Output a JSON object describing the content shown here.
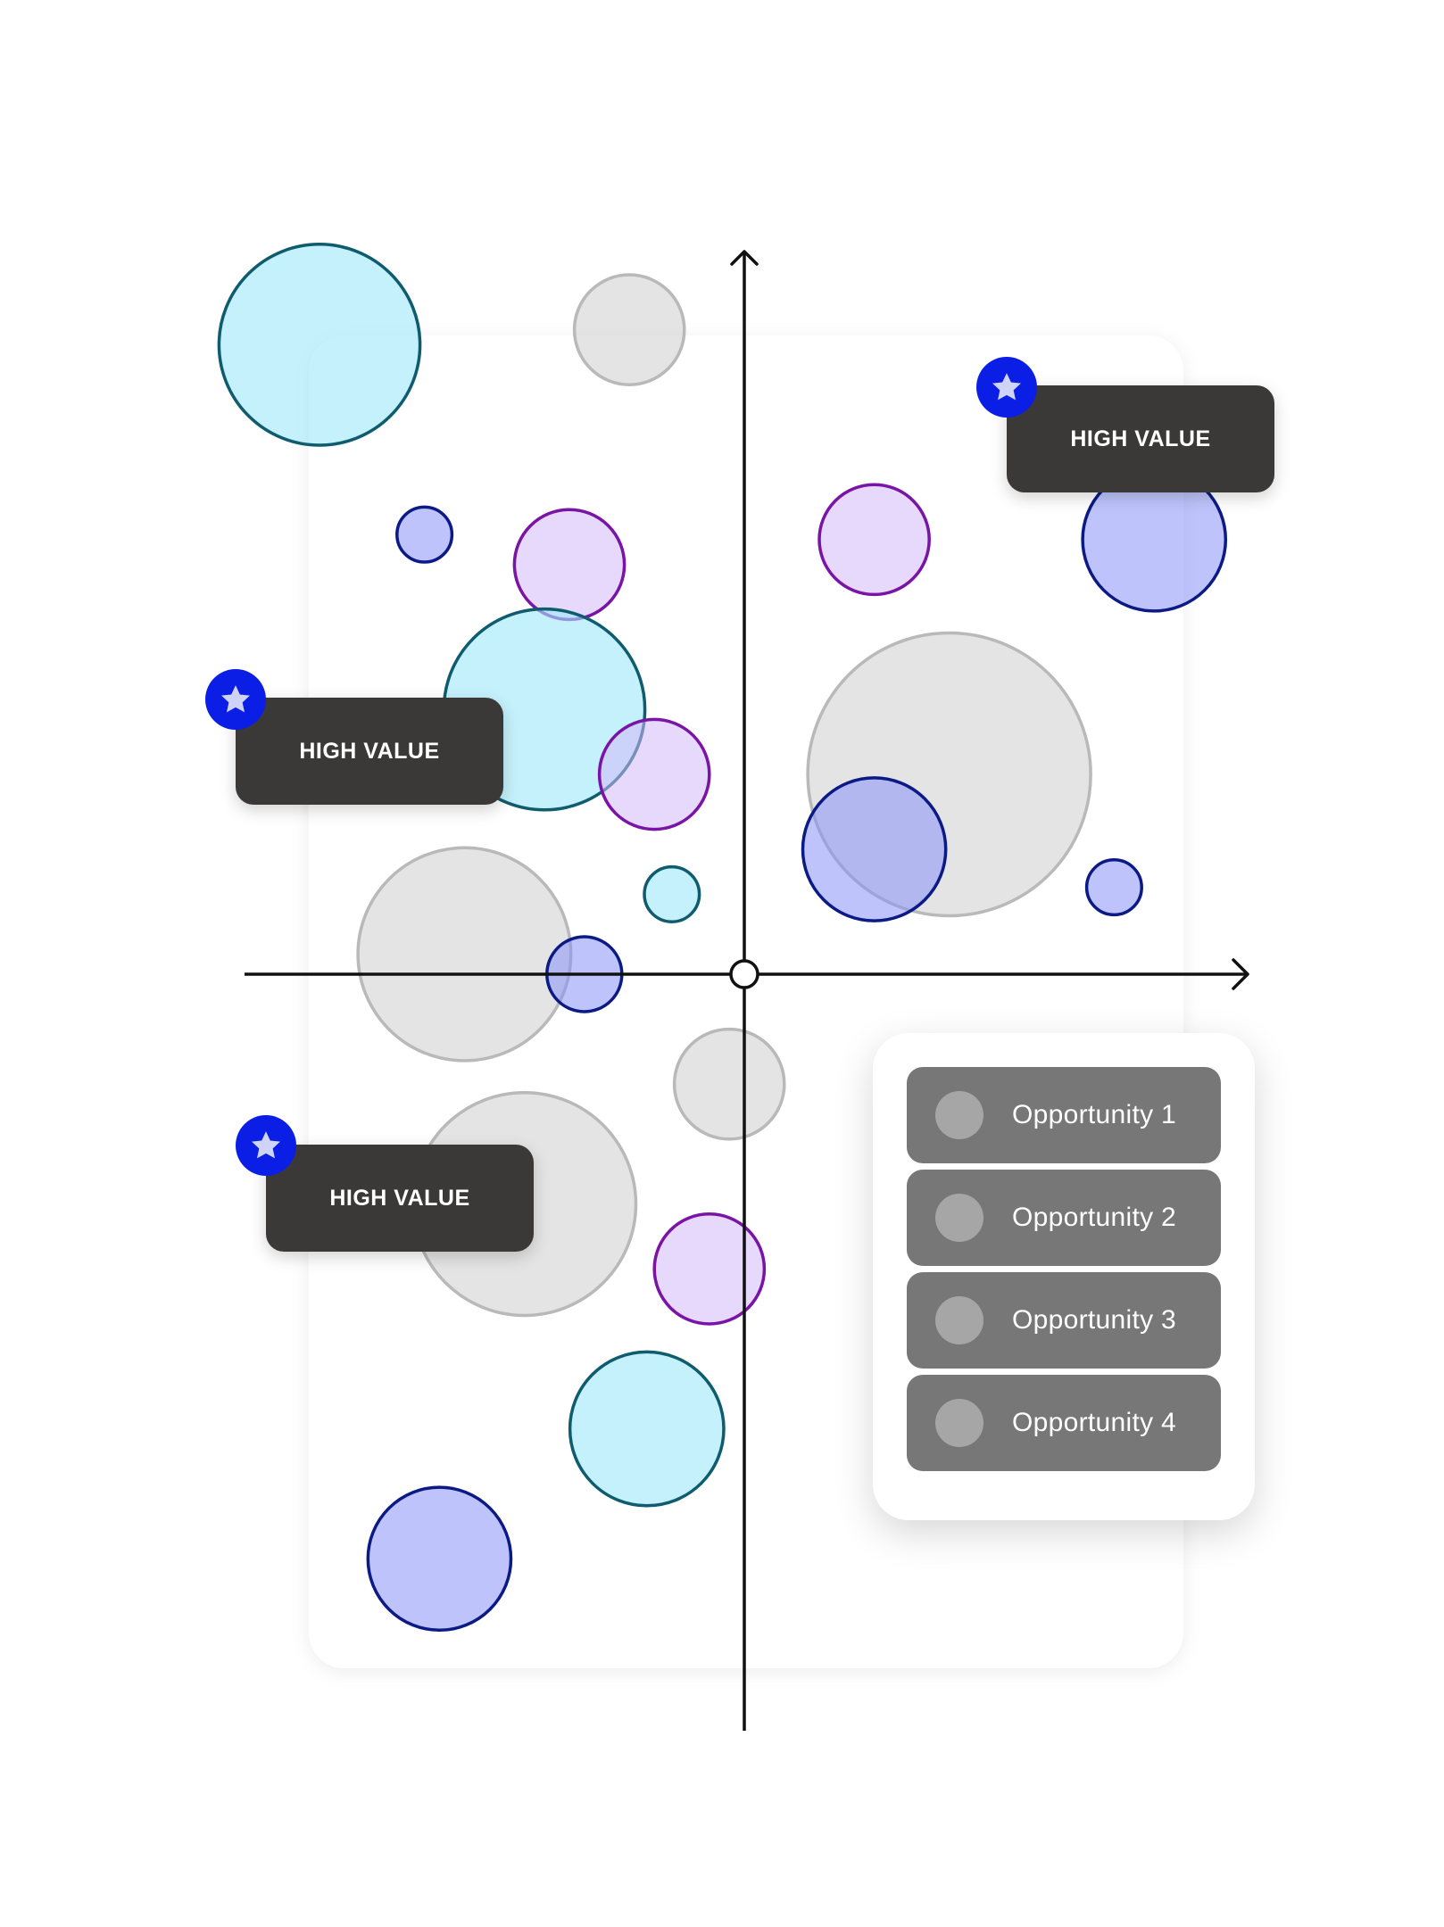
{
  "colors": {
    "background": "#ffffff",
    "panel": "#ffffff",
    "axis": "#111111",
    "tag_bg": "#3b3838",
    "badge": "#0a1ee6",
    "star": "#cfd3f6",
    "legend_item": "#777777",
    "legend_dot": "#a6a6a6"
  },
  "palette": {
    "cyan": {
      "fill": "rgba(160,232,250,0.62)",
      "stroke": "#0e5c6e"
    },
    "gray": {
      "fill": "rgba(205,205,205,0.55)",
      "stroke": "#b9b9b9"
    },
    "blue": {
      "fill": "rgba(137,148,248,0.55)",
      "stroke": "#0c1a86"
    },
    "purple": {
      "fill": "rgba(210,185,250,0.55)",
      "stroke": "#7a14a6"
    }
  },
  "chart_data": {
    "type": "scatter",
    "title": "",
    "xlabel": "",
    "ylabel": "",
    "xlim": [
      -10,
      10
    ],
    "ylim": [
      -15,
      15
    ],
    "grid": false,
    "legend_placement": "bottom-right",
    "points": [
      {
        "x": -8.5,
        "y": 12.6,
        "r": 2.01,
        "color": "cyan"
      },
      {
        "x": -2.3,
        "y": 12.9,
        "r": 1.1,
        "color": "gray"
      },
      {
        "x": -6.4,
        "y": 8.8,
        "r": 0.55,
        "color": "blue"
      },
      {
        "x": -3.5,
        "y": 8.2,
        "r": 1.1,
        "color": "purple"
      },
      {
        "x": -4.0,
        "y": 5.3,
        "r": 2.01,
        "color": "cyan"
      },
      {
        "x": -1.8,
        "y": 4.0,
        "r": 1.1,
        "color": "purple"
      },
      {
        "x": -1.45,
        "y": 1.6,
        "r": 0.55,
        "color": "cyan"
      },
      {
        "x": -5.6,
        "y": 0.4,
        "r": 2.13,
        "color": "gray"
      },
      {
        "x": -3.2,
        "y": 0.0,
        "r": 0.75,
        "color": "blue"
      },
      {
        "x": 2.6,
        "y": 8.7,
        "r": 1.1,
        "color": "purple"
      },
      {
        "x": 8.2,
        "y": 8.7,
        "r": 1.43,
        "color": "blue"
      },
      {
        "x": 4.1,
        "y": 4.0,
        "r": 2.83,
        "color": "gray"
      },
      {
        "x": 2.6,
        "y": 2.5,
        "r": 1.43,
        "color": "blue"
      },
      {
        "x": 7.4,
        "y": 1.74,
        "r": 0.55,
        "color": "blue"
      },
      {
        "x": -0.3,
        "y": -2.2,
        "r": 1.1,
        "color": "gray"
      },
      {
        "x": -4.4,
        "y": -4.6,
        "r": 2.23,
        "color": "gray"
      },
      {
        "x": -0.7,
        "y": -5.9,
        "r": 1.1,
        "color": "purple"
      },
      {
        "x": -1.95,
        "y": -9.1,
        "r": 1.54,
        "color": "cyan"
      },
      {
        "x": -6.1,
        "y": -11.7,
        "r": 1.43,
        "color": "blue"
      }
    ],
    "legend": [
      "Opportunity 1",
      "Opportunity 2",
      "Opportunity 3",
      "Opportunity 4"
    ]
  },
  "tags": [
    {
      "label": "HIGH VALUE",
      "icon": "star-icon"
    },
    {
      "label": "HIGH VALUE",
      "icon": "star-icon"
    },
    {
      "label": "HIGH VALUE",
      "icon": "star-icon"
    }
  ]
}
